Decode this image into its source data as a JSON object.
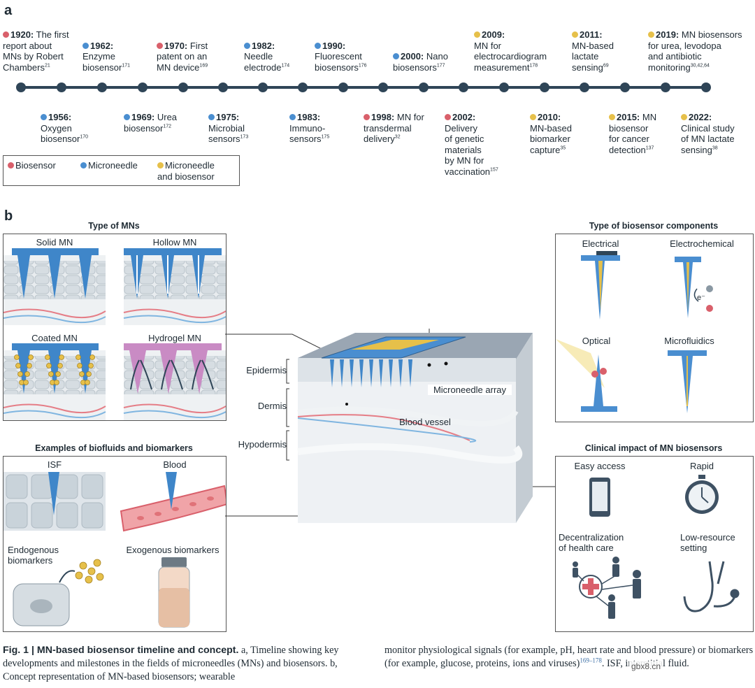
{
  "panel_a": {
    "letter": "a",
    "legend": [
      {
        "label": "Biosensor",
        "color": "#d9606b"
      },
      {
        "label": "Microneedle",
        "color": "#4a8ed0"
      },
      {
        "label": "Microneedle\nand biosensor",
        "color": "#e6c04a"
      }
    ],
    "events_top": [
      {
        "year": "1920:",
        "text": " The first\nreport about\nMNs by Robert\nChambers",
        "ref": "21",
        "color": "#d9606b"
      },
      {
        "year": "1962:",
        "text": "\nEnzyme\nbiosensor",
        "ref": "171",
        "color": "#4a8ed0"
      },
      {
        "year": "1970:",
        "text": " First\npatent on an\nMN device",
        "ref": "169",
        "color": "#d9606b"
      },
      {
        "year": "1982:",
        "text": "\nNeedle\nelectrode",
        "ref": "174",
        "color": "#4a8ed0"
      },
      {
        "year": "1990:",
        "text": "\nFluorescent\nbiosensors",
        "ref": "176",
        "color": "#4a8ed0"
      },
      {
        "year": "2000:",
        "text": " Nano\nbiosensors",
        "ref": "177",
        "color": "#4a8ed0"
      },
      {
        "year": "2009:",
        "text": "\nMN for\nelectrocardiogram\nmeasurement",
        "ref": "178",
        "color": "#e6c04a"
      },
      {
        "year": "2011:",
        "text": "\nMN-based\nlactate\nsensing",
        "ref": "69",
        "color": "#e6c04a"
      },
      {
        "year": "2019:",
        "text": " MN biosensors\nfor urea, levodopa\nand antibiotic\nmonitoring",
        "ref": "30,42,64",
        "color": "#e6c04a"
      }
    ],
    "events_bottom": [
      {
        "year": "1956:",
        "text": "\nOxygen\nbiosensor",
        "ref": "170",
        "color": "#4a8ed0"
      },
      {
        "year": "1969:",
        "text": " Urea\nbiosensor",
        "ref": "172",
        "color": "#4a8ed0"
      },
      {
        "year": "1975:",
        "text": "\nMicrobial\nsensors",
        "ref": "173",
        "color": "#4a8ed0"
      },
      {
        "year": "1983:",
        "text": "\nImmuno-\nsensors",
        "ref": "175",
        "color": "#4a8ed0"
      },
      {
        "year": "1998:",
        "text": " MN for\ntransdermal\ndelivery",
        "ref": "32",
        "color": "#d9606b"
      },
      {
        "year": "2002:",
        "text": "\nDelivery\nof genetic\nmaterials\nby MN for\nvaccination",
        "ref": "157",
        "color": "#d9606b"
      },
      {
        "year": "2010:",
        "text": "\nMN-based\nbiomarker\ncapture",
        "ref": "35",
        "color": "#e6c04a"
      },
      {
        "year": "2015:",
        "text": " MN\nbiosensor\nfor cancer\ndetection",
        "ref": "137",
        "color": "#e6c04a"
      },
      {
        "year": "2022:",
        "text": "\nClinical study\nof MN lactate\nsensing",
        "ref": "38",
        "color": "#e6c04a"
      }
    ]
  },
  "panel_b": {
    "letter": "b",
    "type_of_mns": {
      "title": "Type of MNs",
      "items": [
        "Solid MN",
        "Hollow MN",
        "Coated MN",
        "Hydrogel MN"
      ]
    },
    "biofluids": {
      "title": "Examples of biofluids and biomarkers",
      "items": [
        "ISF",
        "Blood",
        "Endogenous\nbiomarkers",
        "Exogenous biomarkers"
      ]
    },
    "skin": {
      "layers": [
        "Epidermis",
        "Dermis",
        "Hypodermis"
      ],
      "array_label": "Microneedle array",
      "vessel_label": "Blood vessel"
    },
    "biosensor_components": {
      "title": "Type of biosensor components",
      "items": [
        "Electrical",
        "Electrochemical",
        "Optical",
        "Microfluidics"
      ],
      "electron_label": "e⁻"
    },
    "clinical_impact": {
      "title": "Clinical impact of MN biosensors",
      "items": [
        "Easy access",
        "Rapid",
        "Decentralization\nof health care",
        "Low-resource\nsetting"
      ]
    }
  },
  "caption": {
    "fig": "Fig. 1 | MN-based biosensor timeline and concept.",
    "left": " a, Timeline showing key developments and milestones in the fields of microneedles (MNs) and biosensors. b, Concept representation of MN-based biosensors; wearable",
    "right": "monitor physiological signals (for example, pH, heart rate and blood pressure) or biomarkers (for example, glucose, proteins, ions and viruses)",
    "right_ref": "169–178",
    "right_end": ". ISF, interstitial fluid.",
    "watermark": "gbx8.cn"
  }
}
